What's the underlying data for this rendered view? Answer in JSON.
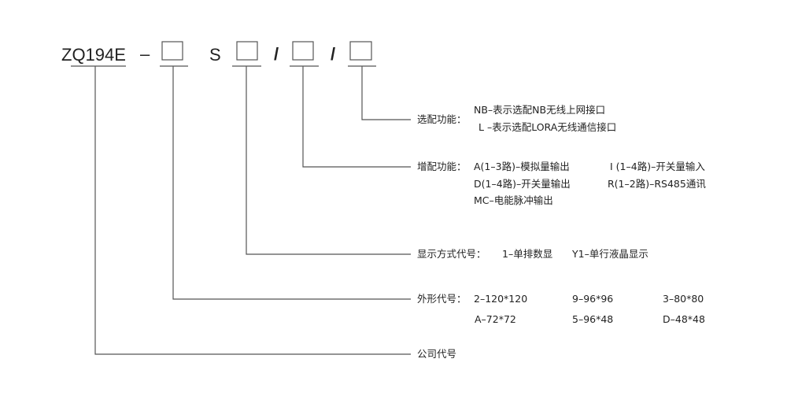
{
  "model": {
    "prefix": "ZQ194E",
    "dash": "–",
    "s": "S",
    "slash1": "/",
    "slash2": "/"
  },
  "optional": {
    "label": "选配功能：",
    "items": [
      "NB–表示选配NB无线上网接口",
      "L –表示选配LORA无线通信接口"
    ]
  },
  "added": {
    "label": "增配功能：",
    "items": [
      "A(1–3路)–模拟量输出",
      "I (1–4路)–开关量输入",
      "D(1–4路)–开关量输出",
      "R(1–2路)–RS485通讯",
      "MC–电能脉冲输出"
    ]
  },
  "display": {
    "label": "显示方式代号：",
    "items": [
      "1–单排数显",
      "Y1–单行液晶显示"
    ]
  },
  "shape": {
    "label": "外形代号：",
    "items": [
      "2–120*120",
      "9–96*96",
      "3–80*80",
      "A–72*72",
      "5–96*48",
      "D–48*48"
    ]
  },
  "company": {
    "label": "公司代号"
  }
}
